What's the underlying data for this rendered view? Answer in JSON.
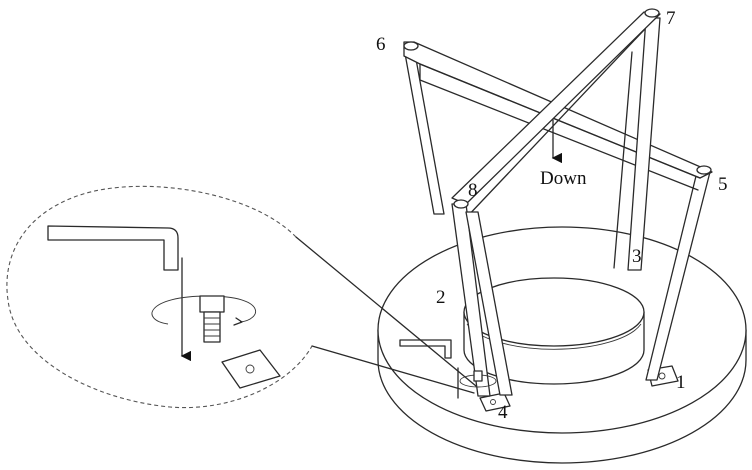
{
  "labels": {
    "n1": "1",
    "n2": "2",
    "n3": "3",
    "n4": "4",
    "n5": "5",
    "n6": "6",
    "n7": "7",
    "n8": "8",
    "down": "Down"
  }
}
